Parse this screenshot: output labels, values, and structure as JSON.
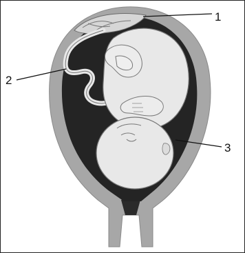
{
  "diagram": {
    "labels": [
      {
        "id": "1",
        "text": "1",
        "target": "placenta"
      },
      {
        "id": "2",
        "text": "2",
        "target": "umbilical-cord"
      },
      {
        "id": "3",
        "text": "3",
        "target": "amniotic-cavity"
      }
    ]
  },
  "colors": {
    "uterine_wall": "#a7a7a7",
    "cavity": "#242424",
    "fetus": "#e8e8e8",
    "outline": "#777777",
    "leader": "#111111"
  }
}
